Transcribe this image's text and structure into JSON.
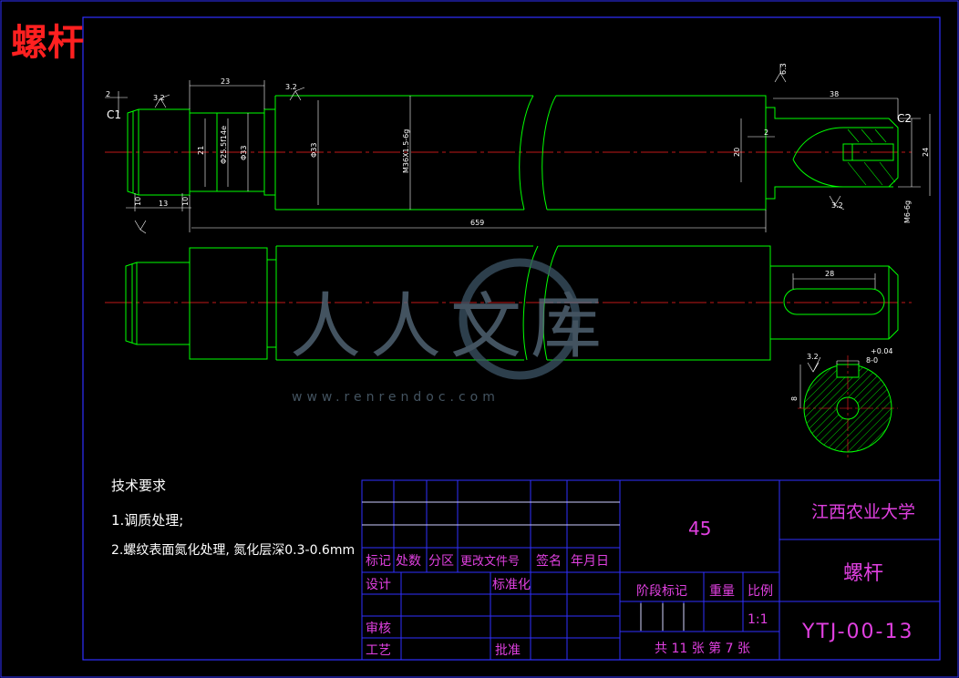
{
  "sheet_title": "螺杆",
  "colors": {
    "background": "#000000",
    "frame": "#3030ff",
    "outline": "#00ff00",
    "centerline": "#ff2020",
    "dimension": "#ffffff",
    "title_text": "#e040e0",
    "hatch": "#00ff00"
  },
  "dimensions": {
    "d_23": "23",
    "d_2_left": "2",
    "c1": "C1",
    "r32_a": "3.2",
    "r32_b": "3.2",
    "r32_c": "3.2",
    "r32_d": "3.2",
    "d_21": "21",
    "d_phi25": "Φ25.5f14e",
    "d_phi33a": "Φ33",
    "d_phi33b": "Φ33",
    "d_m36": "M36X1.5-6g",
    "d_20": "20",
    "d_2_right": "2",
    "d_38": "38",
    "c2": "C2",
    "d_24": "24",
    "d_m6": "M6-6g",
    "d_10a": "10",
    "d_13": "13",
    "d_10b": "10",
    "d_659": "659",
    "d_28": "28",
    "d_8": "8",
    "tol_up": "+0.04",
    "tol_lo": "8-0",
    "r_top": "6.3"
  },
  "notes": {
    "heading": "技术要求",
    "item1": "1.调质处理;",
    "item2": "2.螺纹表面氮化处理, 氮化层深0.3-0.6mm"
  },
  "title_block": {
    "material": "45",
    "school": "江西农业大学",
    "part_name": "螺杆",
    "drawing_no": "YTJ-00-13",
    "col_biaoji": "标记",
    "col_chushu": "处数",
    "col_fenqu": "分区",
    "col_genggai": "更改文件号",
    "col_qianming": "签名",
    "col_nianyueri": "年月日",
    "sheji": "设计",
    "biaozhunhua": "标准化",
    "shenhe": "审核",
    "gongyi": "工艺",
    "pizhun": "批准",
    "jieduan": "阶段标记",
    "zhongliang": "重量",
    "bili": "比例",
    "scale": "1:1",
    "sheets": "共 11 张 第 7 张"
  },
  "watermark": {
    "text": "人人文库",
    "url": "www.renrendoc.com"
  }
}
